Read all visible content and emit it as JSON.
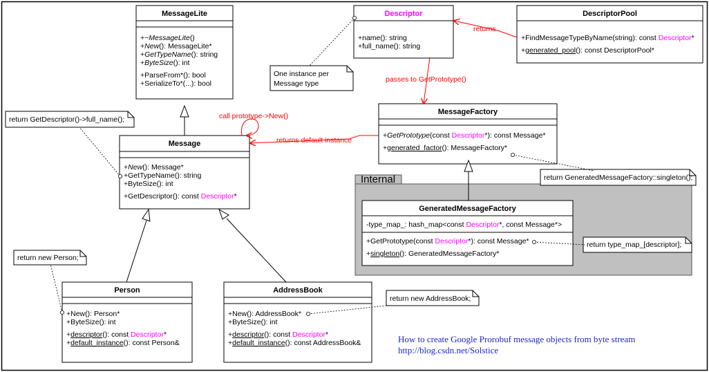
{
  "colors": {
    "accent_magenta": "#ff00ff",
    "association_red": "#ff0000",
    "package_fill": "#c0c0c0",
    "caption_blue": "#1f24c8"
  },
  "classes": [
    {
      "key": "messagelite",
      "title": "MessageLite",
      "title_color": "#000000",
      "sections": [
        [],
        [
          [
            {
              "t": "+"
            },
            {
              "t": "~MessageLite",
              "i": 1
            },
            {
              "t": "()"
            }
          ],
          [
            {
              "t": "+"
            },
            {
              "t": "New",
              "i": 1
            },
            {
              "t": "(): MessageLite*"
            }
          ],
          [
            {
              "t": "+"
            },
            {
              "t": "GetTypeName",
              "i": 1
            },
            {
              "t": "(): string"
            }
          ],
          [
            {
              "t": "+"
            },
            {
              "t": "ByteSize",
              "i": 1
            },
            {
              "t": "(): int"
            }
          ],
          null,
          [
            {
              "t": "+ParseFrom*(): bool"
            }
          ],
          [
            {
              "t": "+SerializeTo*(...): bool"
            }
          ]
        ]
      ]
    },
    {
      "key": "descriptor",
      "title": "Descriptor",
      "title_color": "#ff00ff",
      "sections": [
        [
          [
            {
              "t": "+name(): string"
            }
          ],
          [
            {
              "t": "+full_name(): string"
            }
          ]
        ]
      ]
    },
    {
      "key": "descriptorpool",
      "title": "DescriptorPool",
      "title_color": "#000000",
      "sections": [
        [
          [
            {
              "t": "+FindMessageTypeByName(string): const "
            },
            {
              "t": "Descriptor",
              "m": 1
            },
            {
              "t": "*"
            }
          ],
          null,
          [
            {
              "t": "+"
            },
            {
              "t": "generated_pool",
              "u": 1
            },
            {
              "t": "(): const DescriptorPool*"
            }
          ]
        ]
      ]
    },
    {
      "key": "messagefactory",
      "title": "MessageFactory",
      "title_color": "#000000",
      "sections": [
        [],
        [
          [
            {
              "t": "+"
            },
            {
              "t": "GetPrototype",
              "i": 1
            },
            {
              "t": "(const "
            },
            {
              "t": "Descriptor",
              "m": 1
            },
            {
              "t": "*): const Message*"
            }
          ],
          null,
          [
            {
              "t": "+"
            },
            {
              "t": "generated_factor",
              "u": 1
            },
            {
              "t": "(): MessageFactory*"
            }
          ]
        ]
      ]
    },
    {
      "key": "message",
      "title": "Message",
      "title_color": "#000000",
      "sections": [
        [],
        [
          [
            {
              "t": "+"
            },
            {
              "t": "New",
              "i": 1
            },
            {
              "t": "(): Message*"
            }
          ],
          [
            {
              "t": "+GetTypeName(): string"
            }
          ],
          [
            {
              "t": "+ByteSize(): int"
            }
          ],
          null,
          [
            {
              "t": "+GetDescriptor(): const "
            },
            {
              "t": "Descriptor",
              "m": 1
            },
            {
              "t": "*"
            }
          ]
        ]
      ]
    },
    {
      "key": "generatedmessagefactory",
      "title": "GeneratedMessageFactory",
      "title_color": "#000000",
      "sections": [
        [
          [
            {
              "t": "-type_map_: hash_map<const "
            },
            {
              "t": "Descriptor",
              "m": 1
            },
            {
              "t": "*, const Message*>"
            }
          ]
        ],
        [
          [
            {
              "t": "+GetPrototype(const "
            },
            {
              "t": "Descriptor",
              "m": 1
            },
            {
              "t": "*): const Message*"
            }
          ],
          null,
          [
            {
              "t": "+"
            },
            {
              "t": "singleton",
              "u": 1
            },
            {
              "t": "(): GeneratedMessageFactory*"
            }
          ]
        ]
      ]
    },
    {
      "key": "person",
      "title": "Person",
      "title_color": "#000000",
      "sections": [
        [],
        [
          [
            {
              "t": "+New(): Person*"
            }
          ],
          [
            {
              "t": "+ByteSize(): int"
            }
          ],
          null,
          [
            {
              "t": "+"
            },
            {
              "t": "descriptor",
              "u": 1
            },
            {
              "t": "(): const "
            },
            {
              "t": "Descriptor",
              "m": 1
            },
            {
              "t": "*"
            }
          ],
          [
            {
              "t": "+"
            },
            {
              "t": "default_instance",
              "u": 1
            },
            {
              "t": "(): const Person&"
            }
          ]
        ]
      ]
    },
    {
      "key": "addressbook",
      "title": "AddressBook",
      "title_color": "#000000",
      "sections": [
        [],
        [
          [
            {
              "t": "+New(): AddressBook*"
            }
          ],
          [
            {
              "t": "+ByteSize(): int"
            }
          ],
          null,
          [
            {
              "t": "+"
            },
            {
              "t": "descriptor",
              "u": 1
            },
            {
              "t": "(): const "
            },
            {
              "t": "Descriptor",
              "m": 1
            },
            {
              "t": "*"
            }
          ],
          [
            {
              "t": "+"
            },
            {
              "t": "default_instance",
              "u": 1
            },
            {
              "t": "(): const AddressBook&"
            }
          ]
        ]
      ]
    }
  ],
  "notes": [
    {
      "key": "one-instance",
      "lines": [
        "One instance per",
        "Message type"
      ]
    },
    {
      "key": "full-name",
      "lines": [
        "return GetDescriptor()->full_name();"
      ]
    },
    {
      "key": "singleton",
      "lines": [
        "return GeneratedMessageFactory::singleton();"
      ]
    },
    {
      "key": "type-map",
      "lines": [
        "return type_map_[descriptor];"
      ]
    },
    {
      "key": "new-person",
      "lines": [
        "return new Person;"
      ]
    },
    {
      "key": "new-addressbook",
      "lines": [
        "return new AddressBook;"
      ]
    }
  ],
  "labels": {
    "returns": "returns",
    "passes_to_getprototype": "passes to GetPrototype()",
    "call_prototype_new": "call prototype->New()",
    "returns_default_instance": "returns default instance"
  },
  "package": {
    "label": "Internal"
  },
  "caption": {
    "line1": "How to create Google Prorobuf message objects from byte stream",
    "line2": "http://blog.csdn.net/Solstice"
  }
}
